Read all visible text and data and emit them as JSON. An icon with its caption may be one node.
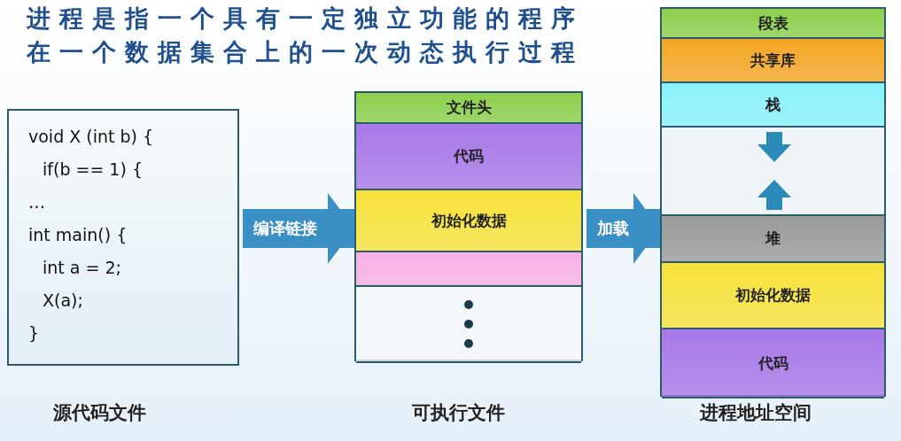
{
  "diagram": {
    "title": "进程是指一个具有一定**独立功能**的程序在一个**数据集合**上的一次**动态执行**过程",
    "nodes": [
      {
        "text": [
          "void X (int b) {",
          "if(b == 1) {",
          "…",
          "int main() {",
          "int a = 2;",
          "X(a);",
          "}"
        ],
        "beside": [
          "源代码文件"
        ]
      },
      {
        "text": [],
        "shape": "box",
        "beside": [
          "可执行文件"
        ]
      },
      {
        "text": [
          "文件头"
        ],
        "in": 1
      },
      {
        "text": [
          "代码"
        ],
        "in": 1
      },
      {
        "text": [
          "初始化数据"
        ],
        "in": 1
      },
      {
        "text": [],
        "shape": "box",
        "in": 1
      },
      {
        "text": [],
        "shape": "box",
        "in": 1
      },
      {
        "text": [],
        "shape": "box",
        "beside": [
          "进程地址空间"
        ]
      },
      {
        "text": [
          "段表"
        ],
        "in": 7
      },
      {
        "text": [
          "共享库"
        ],
        "in": 7
      },
      {
        "text": [
          "栈"
        ],
        "in": 7
      },
      {
        "text": [],
        "shape": "box",
        "in": 7
      },
      {
        "text": [
          "堆"
        ],
        "in": 7
      },
      {
        "text": [
          "初始化数据"
        ],
        "in": 7
      },
      {
        "text": [
          "代码"
        ],
        "in": 7
      }
    ],
    "edges": [
      {
        "from": 0,
        "to": 1,
        "arrow": "to",
        "label": "编译链接"
      },
      {
        "from": 1,
        "to": 7,
        "arrow": "to",
        "label": "加载"
      }
    ]
  }
}
